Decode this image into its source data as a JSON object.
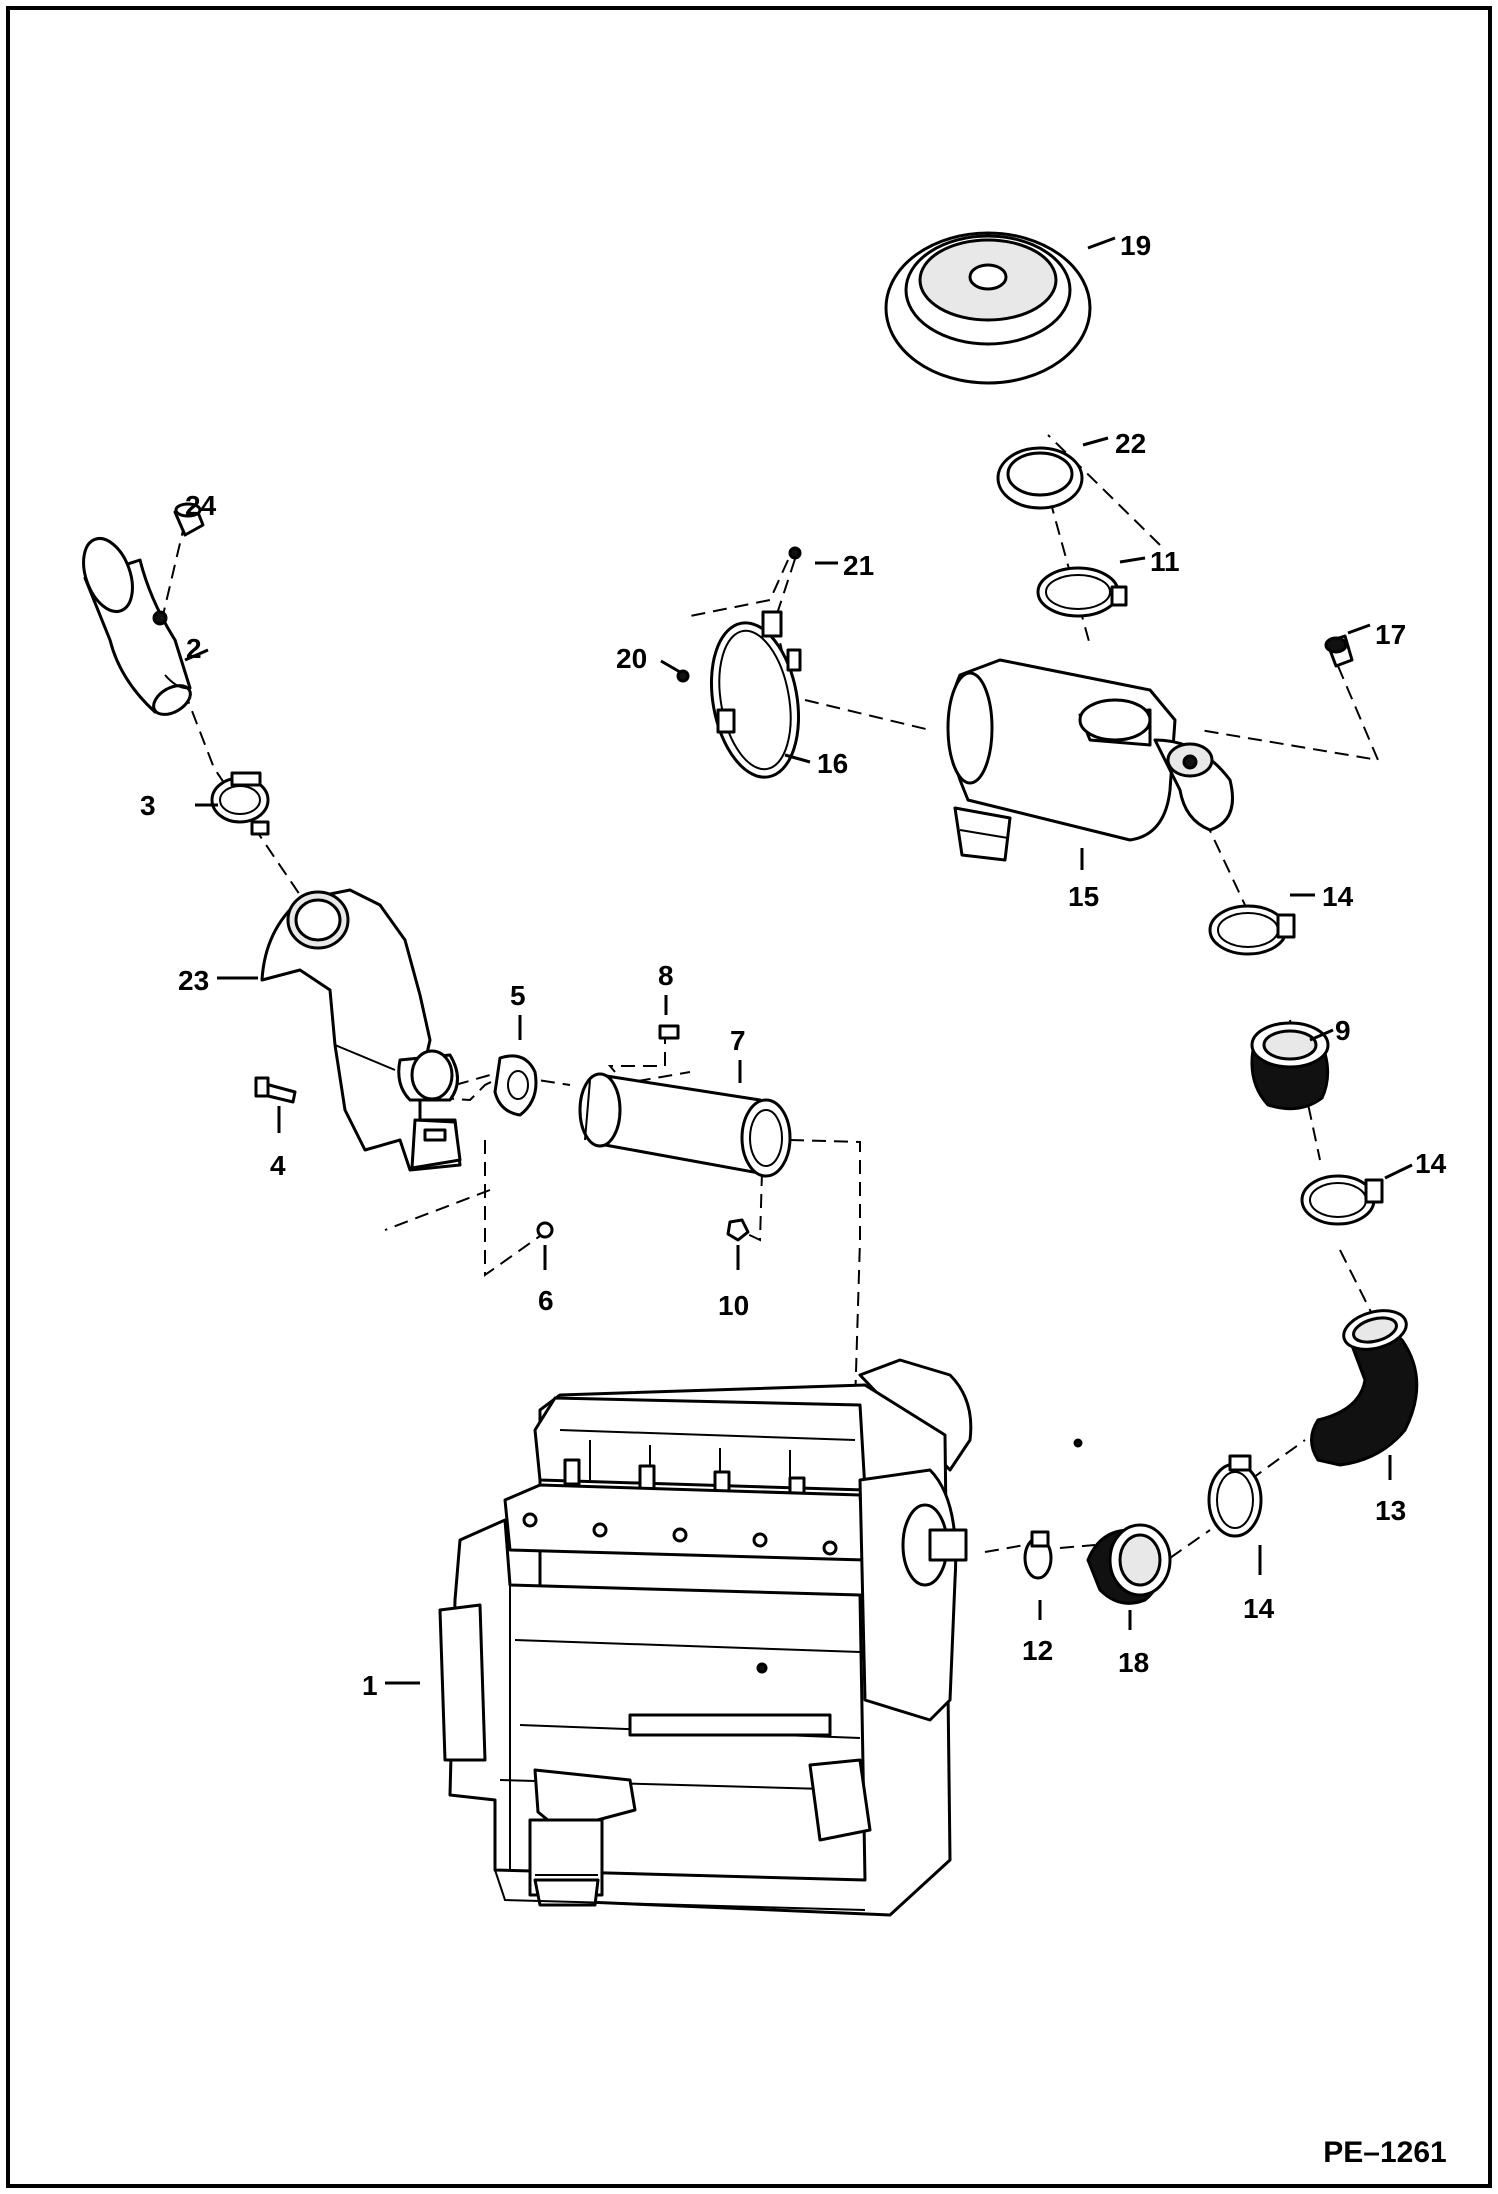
{
  "diagram": {
    "code": "PE–1261",
    "callouts": {
      "c1": "1",
      "c2": "2",
      "c3": "3",
      "c4": "4",
      "c5": "5",
      "c6": "6",
      "c7": "7",
      "c8": "8",
      "c9": "9",
      "c10": "10",
      "c11": "11",
      "c12": "12",
      "c13": "13",
      "c14a": "14",
      "c14b": "14",
      "c14c": "14",
      "c15": "15",
      "c16": "16",
      "c17": "17",
      "c18": "18",
      "c19": "19",
      "c20": "20",
      "c21": "21",
      "c22": "22",
      "c23": "23",
      "c24": "24"
    }
  }
}
